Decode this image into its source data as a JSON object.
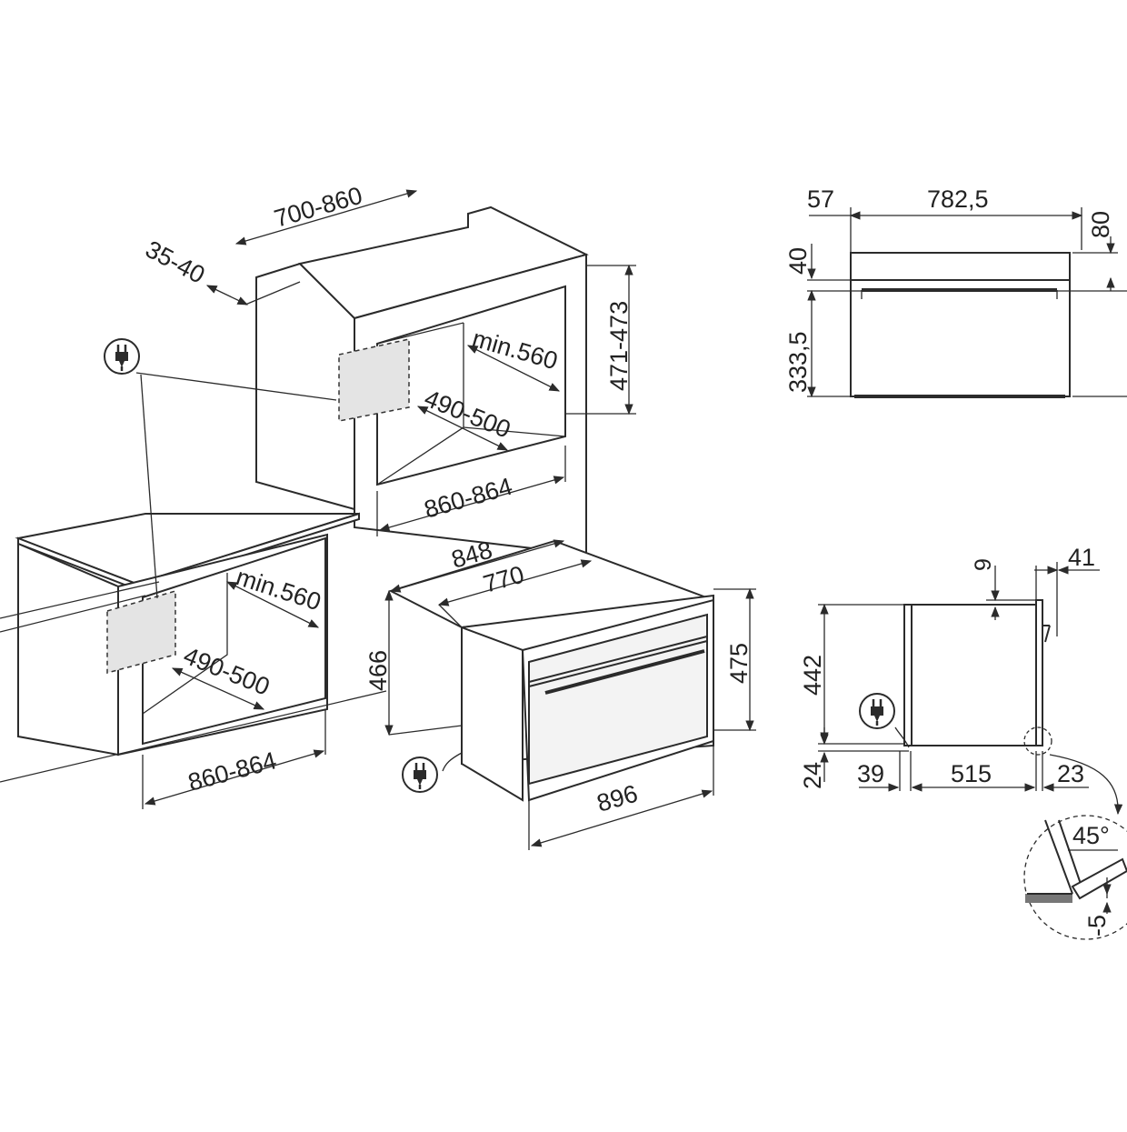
{
  "colors": {
    "line": "#2b2b2b",
    "panel_fill": "#e4e4e4",
    "background": "#ffffff"
  },
  "icons": {
    "plug": "electrical-plug-icon"
  },
  "column_install": {
    "width_range": "700-860",
    "depth_range": "35-40",
    "height_range": "471-473",
    "min_depth": "min.560",
    "opening_depth": "490-500",
    "opening_width": "860-864"
  },
  "undercounter_install": {
    "min_depth": "min.560",
    "opening_depth": "490-500",
    "opening_width": "860-864"
  },
  "appliance": {
    "depth_outer": "848",
    "depth_inner": "770",
    "height_body": "466",
    "height_front": "475",
    "width_front": "896"
  },
  "front_view": {
    "left_offset": "57",
    "width": "782,5",
    "top_offset": "80",
    "panel_height": "40",
    "door_height": "333,5"
  },
  "side_view": {
    "gap_top": "9",
    "door_thickness": "41",
    "height": "442",
    "bottom": "24",
    "offset_left": "39",
    "depth": "515",
    "offset_right": "23",
    "angle": "45°",
    "tolerance": "-5"
  }
}
